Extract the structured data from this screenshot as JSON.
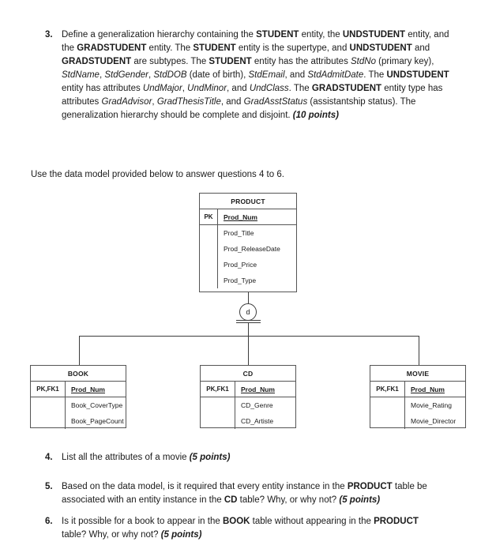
{
  "document": {
    "type": "exam-worksheet",
    "background_color": "#ffffff",
    "text_color": "#1b1b1b",
    "line_color": "#3c3c3c"
  },
  "questions": [
    {
      "number": "3.",
      "points": "(10 points)",
      "text_plain": "Define a generalization hierarchy containing the STUDENT entity, the UNDSTUDENT entity, and the GRADSTUDENT entity. The STUDENT entity is the supertype, and UNDSTUDENT and GRADSTUDENT are subtypes. The STUDENT entity has the attributes StdNo (primary key), StdName, StdGender, StdDOB (date of birth), StdEmail, and StdAdmitDate. The UNDSTUDENT entity has attributes UndMajor, UndMinor, and UndClass. The GRADSTUDENT entity type has attributes GradAdvisor, GradThesisTitle, and GradAsstStatus (assistantship status). The generalization hierarchy should be complete and disjoint. (10 points)",
      "text_html": "Define a generalization hierarchy containing the <b>STUDENT</b> entity, the <b>UNDSTUDENT</b> entity, and the <b>GRADSTUDENT</b> entity. The <b>STUDENT</b> entity is the supertype, and <b>UNDSTUDENT</b> and <b>GRADSTUDENT</b> are subtypes. The <b>STUDENT</b> entity has the attributes <i>StdNo</i> (primary key), <i>StdName</i>, <i>StdGender</i>, <i>StdDOB</i> (date of birth), <i>StdEmail</i>, and <i>StdAdmitDate</i>. The <b>UNDSTUDENT</b> entity has attributes <i>UndMajor</i>, <i>UndMinor</i>, and <i>UndClass</i>. The <b>GRADSTUDENT</b> entity type has attributes <i>GradAdvisor</i>, <i>GradThesisTitle</i>, and <i>GradAsstStatus</i> (assistantship status). The generalization hierarchy should be complete and disjoint. <span class=\"pts\">(10 points)</span>"
    },
    {
      "number": "4.",
      "points": "(5 points)",
      "text_plain": "List all the attributes of a movie (5 points)",
      "text_html": "List all the attributes of a movie <span class=\"pts\">(5 points)</span>"
    },
    {
      "number": "5.",
      "points": "(5 points)",
      "text_plain": "Based on the data model, is it required that every entity instance in the PRODUCT table be associated with an entity instance in the CD table? Why, or why not? (5 points)",
      "text_html": "Based on the data model, is it required that every entity instance in the <b>PRODUCT</b> table be associated with an entity instance in the <b>CD</b> table? Why, or why not? <span class=\"pts\">(5 points)</span>"
    },
    {
      "number": "6.",
      "points": "(5 points)",
      "text_plain": "Is it possible for a book to appear in the BOOK table without appearing in the PRODUCT table? Why, or why not? (5 points)",
      "text_html": "Is it possible for a book to appear in the <b>BOOK</b> table without appearing in the <b>PRODUCT</b> table? Why, or why not? <span class=\"pts\">(5 points)</span>"
    }
  ],
  "instruction": "Use the data model provided below to answer questions 4 to 6.",
  "erd": {
    "notation": "generalization-hierarchy",
    "disjoint_symbol": "d",
    "completeness": "double-line (complete)",
    "supertype": {
      "name": "PRODUCT",
      "rows": [
        {
          "key": "PK",
          "attribute": "Prod_Num",
          "underlined": true
        },
        {
          "key": "",
          "attribute": "Prod_Title",
          "underlined": false
        },
        {
          "key": "",
          "attribute": "Prod_ReleaseDate",
          "underlined": false
        },
        {
          "key": "",
          "attribute": "Prod_Price",
          "underlined": false
        },
        {
          "key": "",
          "attribute": "Prod_Type",
          "underlined": false
        }
      ]
    },
    "subtypes": [
      {
        "name": "BOOK",
        "rows": [
          {
            "key": "PK,FK1",
            "attribute": "Prod_Num",
            "underlined": true
          },
          {
            "key": "",
            "attribute": "Book_CoverType",
            "underlined": false
          },
          {
            "key": "",
            "attribute": "Book_PageCount",
            "underlined": false
          }
        ]
      },
      {
        "name": "CD",
        "rows": [
          {
            "key": "PK,FK1",
            "attribute": "Prod_Num",
            "underlined": true
          },
          {
            "key": "",
            "attribute": "CD_Genre",
            "underlined": false
          },
          {
            "key": "",
            "attribute": "CD_Artiste",
            "underlined": false
          }
        ]
      },
      {
        "name": "MOVIE",
        "rows": [
          {
            "key": "PK,FK1",
            "attribute": "Prod_Num",
            "underlined": true
          },
          {
            "key": "",
            "attribute": "Movie_Rating",
            "underlined": false
          },
          {
            "key": "",
            "attribute": "Movie_Director",
            "underlined": false
          }
        ]
      }
    ]
  }
}
